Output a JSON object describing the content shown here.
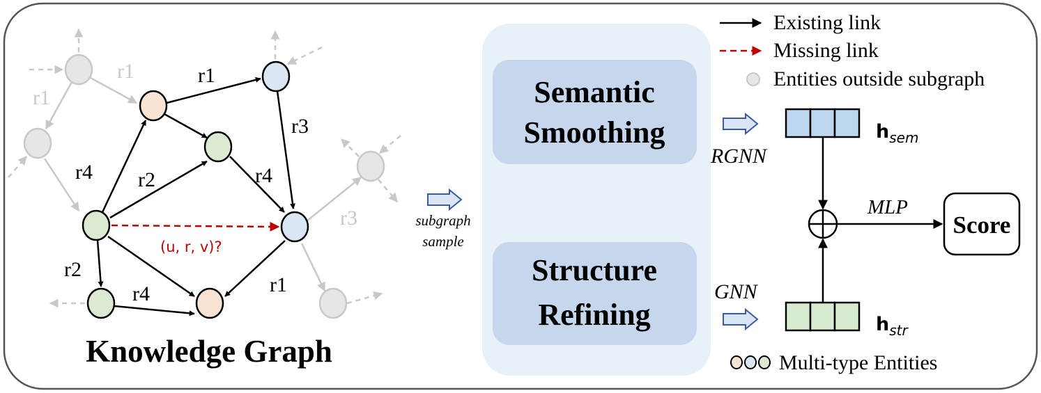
{
  "panel_title": "Knowledge Graph",
  "edge_labels": {
    "top_r1": "r1",
    "right_r3": "r3",
    "mid_r4": "r4",
    "mid_r2": "r2",
    "left_r4": "r4",
    "low_r2": "r2",
    "low_r4": "r4",
    "low_r1": "r1",
    "gray_r1_a": "r1",
    "gray_r1_b": "r1",
    "gray_r3": "r3"
  },
  "query_label": "(u, r, v)?",
  "sample_label_line1": "subgraph",
  "sample_label_line2": "sample",
  "modules": {
    "semantic_line1": "Semantic",
    "semantic_line2": "Smoothing",
    "structure_line1": "Structure",
    "structure_line2": "Refining"
  },
  "encoders": {
    "rgnn": "RGNN",
    "gnn": "GNN"
  },
  "vectors": {
    "sem_main": "h",
    "sem_sub": "sem",
    "str_main": "h",
    "str_sub": "str"
  },
  "mlp_label": "MLP",
  "score_label": "Score",
  "legend": {
    "existing": "Existing link",
    "missing": "Missing link",
    "outside": "Entities outside subgraph",
    "multitype": "Multi-type Entities"
  },
  "colors": {
    "orange_node": "#FBE3D3",
    "green_node": "#DCEAD4",
    "blue_node": "#DAE6F3",
    "gray_node": "#E6E6E6",
    "gray_line": "#C8C8C8",
    "missing_red": "#C00000",
    "module_bg": "#E8F0F8",
    "module_box": "#C6D6EC",
    "sem_vector": "#BDD7EE",
    "str_vector": "#D6EBD0"
  }
}
